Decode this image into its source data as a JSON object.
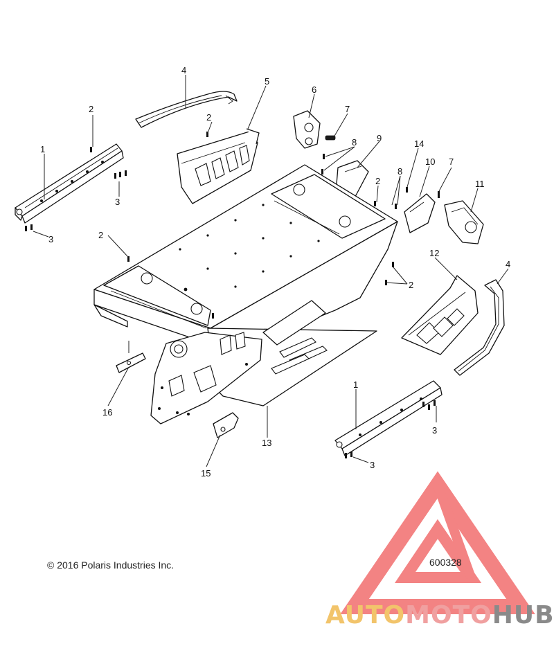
{
  "callouts": [
    {
      "id": "c1a",
      "label": "1"
    },
    {
      "id": "c1b",
      "label": "1"
    },
    {
      "id": "c2a",
      "label": "2"
    },
    {
      "id": "c2b",
      "label": "2"
    },
    {
      "id": "c2c",
      "label": "2"
    },
    {
      "id": "c2d",
      "label": "2"
    },
    {
      "id": "c2e",
      "label": "2"
    },
    {
      "id": "c3a",
      "label": "3"
    },
    {
      "id": "c3b",
      "label": "3"
    },
    {
      "id": "c3c",
      "label": "3"
    },
    {
      "id": "c3d",
      "label": "3"
    },
    {
      "id": "c4a",
      "label": "4"
    },
    {
      "id": "c4b",
      "label": "4"
    },
    {
      "id": "c5",
      "label": "5"
    },
    {
      "id": "c6",
      "label": "6"
    },
    {
      "id": "c7a",
      "label": "7"
    },
    {
      "id": "c7b",
      "label": "7"
    },
    {
      "id": "c8a",
      "label": "8"
    },
    {
      "id": "c8b",
      "label": "8"
    },
    {
      "id": "c9",
      "label": "9"
    },
    {
      "id": "c10",
      "label": "10"
    },
    {
      "id": "c11",
      "label": "11"
    },
    {
      "id": "c12",
      "label": "12"
    },
    {
      "id": "c13",
      "label": "13"
    },
    {
      "id": "c14",
      "label": "14"
    },
    {
      "id": "c15",
      "label": "15"
    },
    {
      "id": "c16",
      "label": "16"
    }
  ],
  "copyright": "© 2016 Polaris Industries Inc.",
  "part_number": "600328",
  "watermark": {
    "word_1": "AUTO",
    "word_2": "MOTO",
    "word_3": "HUB",
    "colors": {
      "primary": "#f2c46b",
      "secondary": "#f0a0a0",
      "tertiary": "#8a8a8a",
      "logo": "#f05a5a"
    }
  }
}
